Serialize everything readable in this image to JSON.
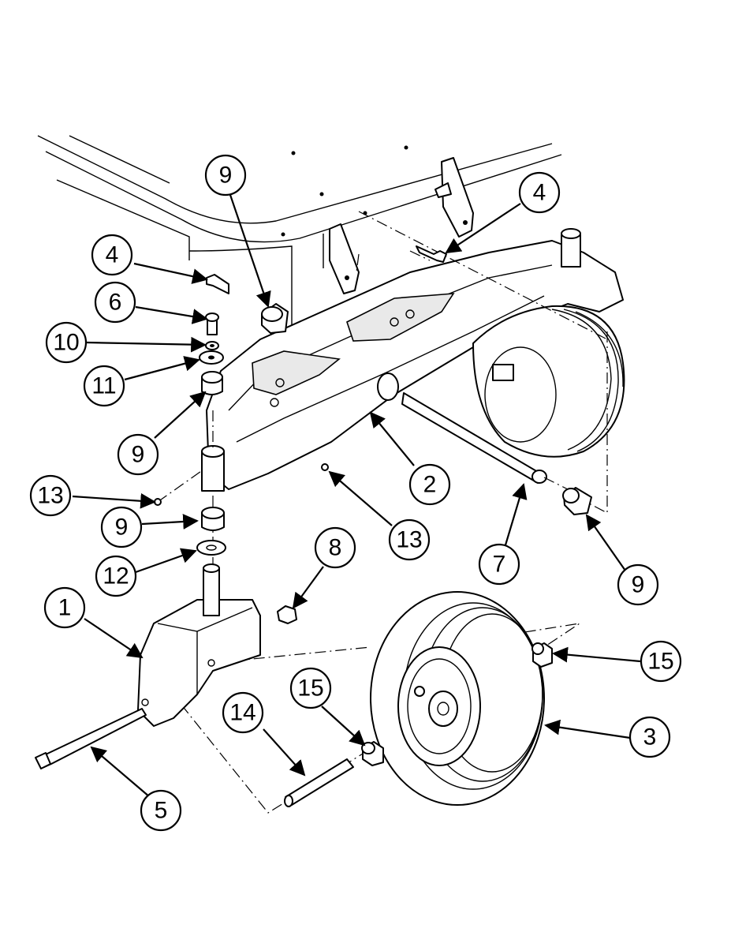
{
  "colors": {
    "ink": "#000000",
    "paper": "#ffffff",
    "shade": "#e9e9e9"
  },
  "callouts": [
    {
      "id": "c9-top",
      "label": "9"
    },
    {
      "id": "c4-right",
      "label": "4"
    },
    {
      "id": "c4-left",
      "label": "4"
    },
    {
      "id": "c6",
      "label": "6"
    },
    {
      "id": "c10",
      "label": "10"
    },
    {
      "id": "c11",
      "label": "11"
    },
    {
      "id": "c9-mid",
      "label": "9"
    },
    {
      "id": "c2",
      "label": "2"
    },
    {
      "id": "c13-left",
      "label": "13"
    },
    {
      "id": "c9-low",
      "label": "9"
    },
    {
      "id": "c13-mid",
      "label": "13"
    },
    {
      "id": "c7",
      "label": "7"
    },
    {
      "id": "c9-right",
      "label": "9"
    },
    {
      "id": "c8",
      "label": "8"
    },
    {
      "id": "c12",
      "label": "12"
    },
    {
      "id": "c1",
      "label": "1"
    },
    {
      "id": "c15-right",
      "label": "15"
    },
    {
      "id": "c15-left",
      "label": "15"
    },
    {
      "id": "c14",
      "label": "14"
    },
    {
      "id": "c3",
      "label": "3"
    },
    {
      "id": "c5",
      "label": "5"
    }
  ]
}
